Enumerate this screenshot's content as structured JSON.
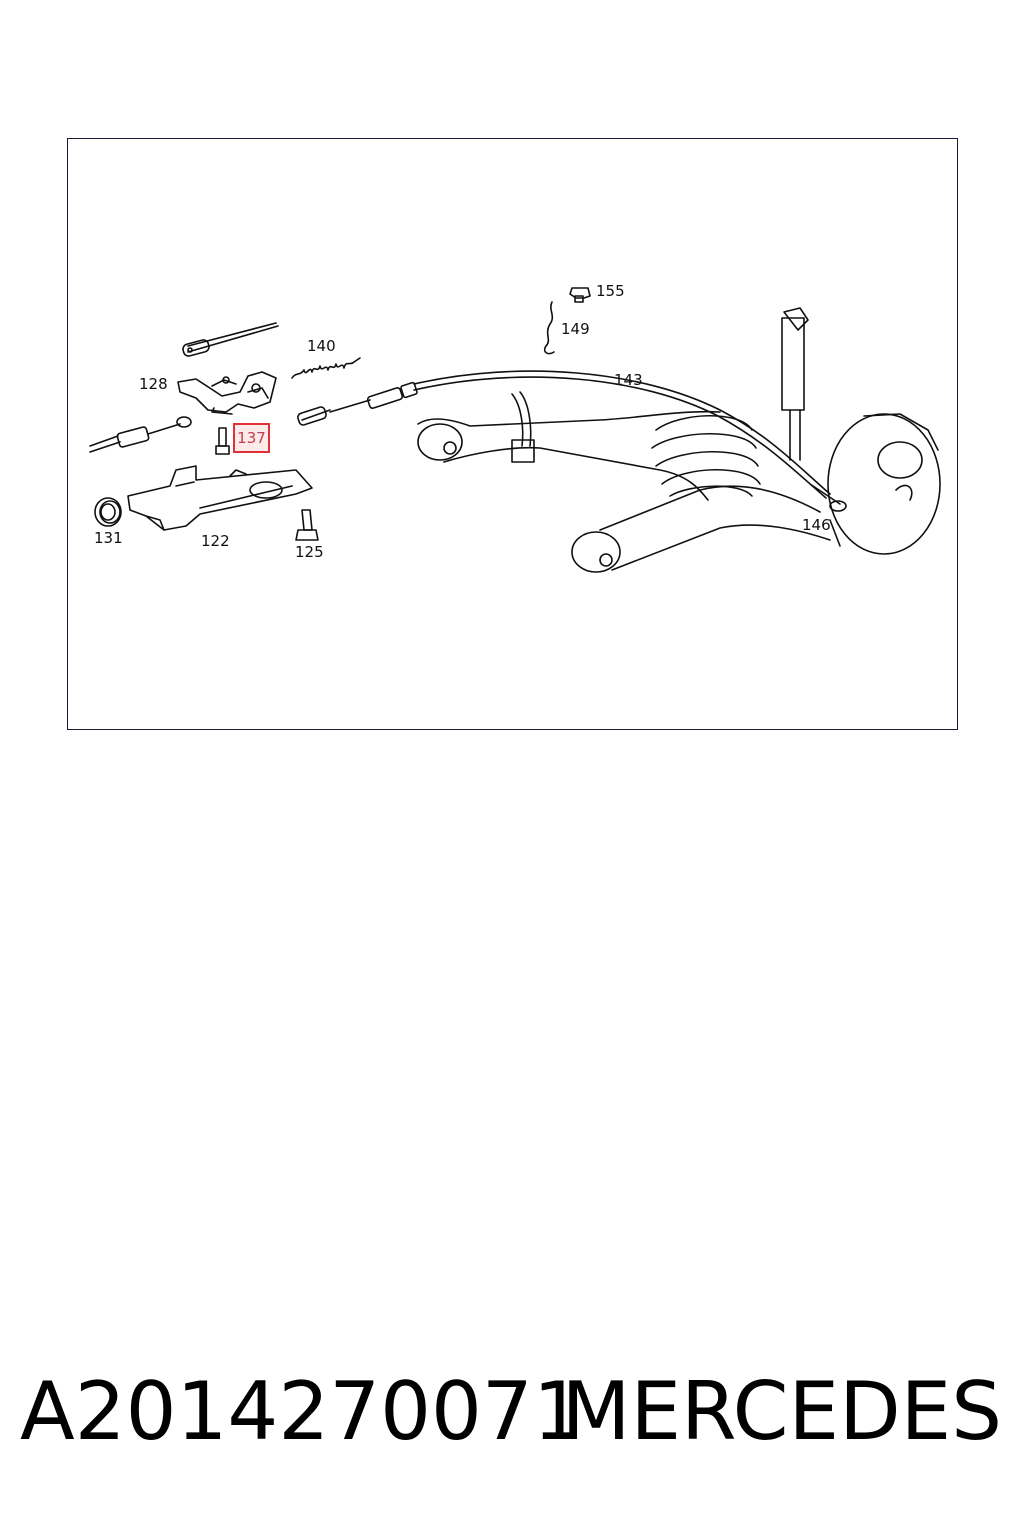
{
  "labels": {
    "l155": "155",
    "l149": "149",
    "l140": "140",
    "l143": "143",
    "l128": "128",
    "l137": "137",
    "l146": "146",
    "l131": "131",
    "l122": "122",
    "l125": "125"
  },
  "highlight_color": "#e0303a",
  "footer": {
    "part_number": "A2014270071",
    "brand": "MERCEDES"
  }
}
